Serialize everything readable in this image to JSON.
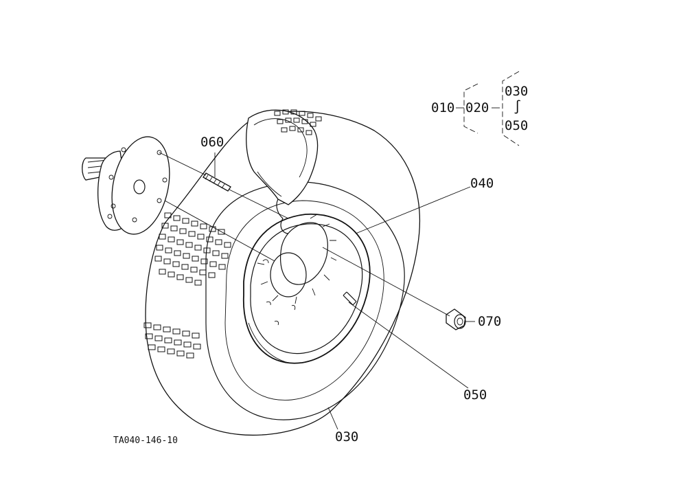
{
  "callouts": {
    "c030": "030",
    "c040": "040",
    "c050": "050",
    "c060": "060",
    "c070": "070"
  },
  "tree": {
    "root": "010",
    "child": "020",
    "top": "030",
    "tilde": "∫",
    "bottom": "050"
  },
  "figure_code": "TA040-146-10",
  "colors": {
    "ink": "#111111",
    "paper": "#ffffff"
  }
}
